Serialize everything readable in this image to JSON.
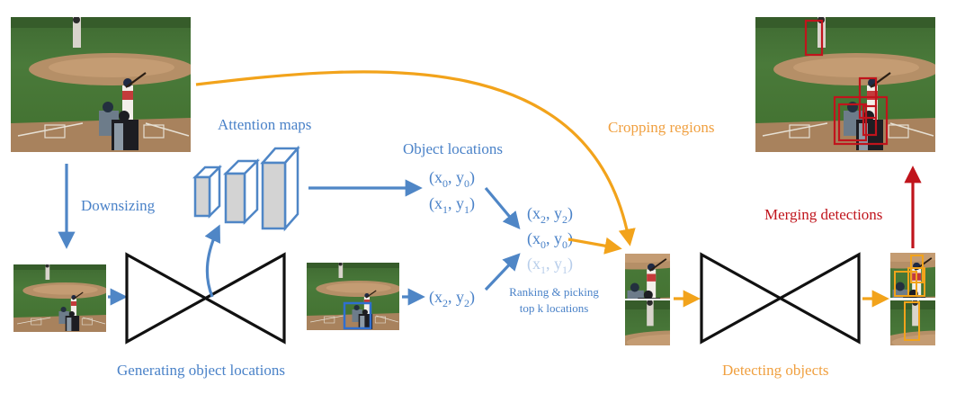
{
  "colors": {
    "blue": "#4f86c6",
    "blue_text": "#4a82c8",
    "blue_faint": "#b7cdea",
    "orange": "#f2a31b",
    "orange_text": "#f0a040",
    "red": "#c0141c",
    "red_text": "#c0141c",
    "black": "#111111"
  },
  "labels": {
    "attention_maps": "Attention maps",
    "object_locations": "Object locations",
    "downsizing": "Downsizing",
    "generating_object_locations": "Generating object locations",
    "ranking_line1": "Ranking & picking",
    "ranking_line2": "top k locations",
    "cropping_regions": "Cropping regions",
    "merging_detections": "Merging detections",
    "detecting_objects": "Detecting objects"
  },
  "coords": {
    "attention_1": {
      "x": "x",
      "xs": "0",
      "y": "y",
      "ys": "0"
    },
    "attention_2": {
      "x": "x",
      "xs": "1",
      "y": "y",
      "ys": "1"
    },
    "lowres": {
      "x": "x",
      "xs": "2",
      "y": "y",
      "ys": "2"
    },
    "ranked_1": {
      "x": "x",
      "xs": "2",
      "y": "y",
      "ys": "2"
    },
    "ranked_2": {
      "x": "x",
      "xs": "0",
      "y": "y",
      "ys": "0"
    },
    "ranked_3": {
      "x": "x",
      "xs": "1",
      "y": "y",
      "ys": "1"
    }
  }
}
